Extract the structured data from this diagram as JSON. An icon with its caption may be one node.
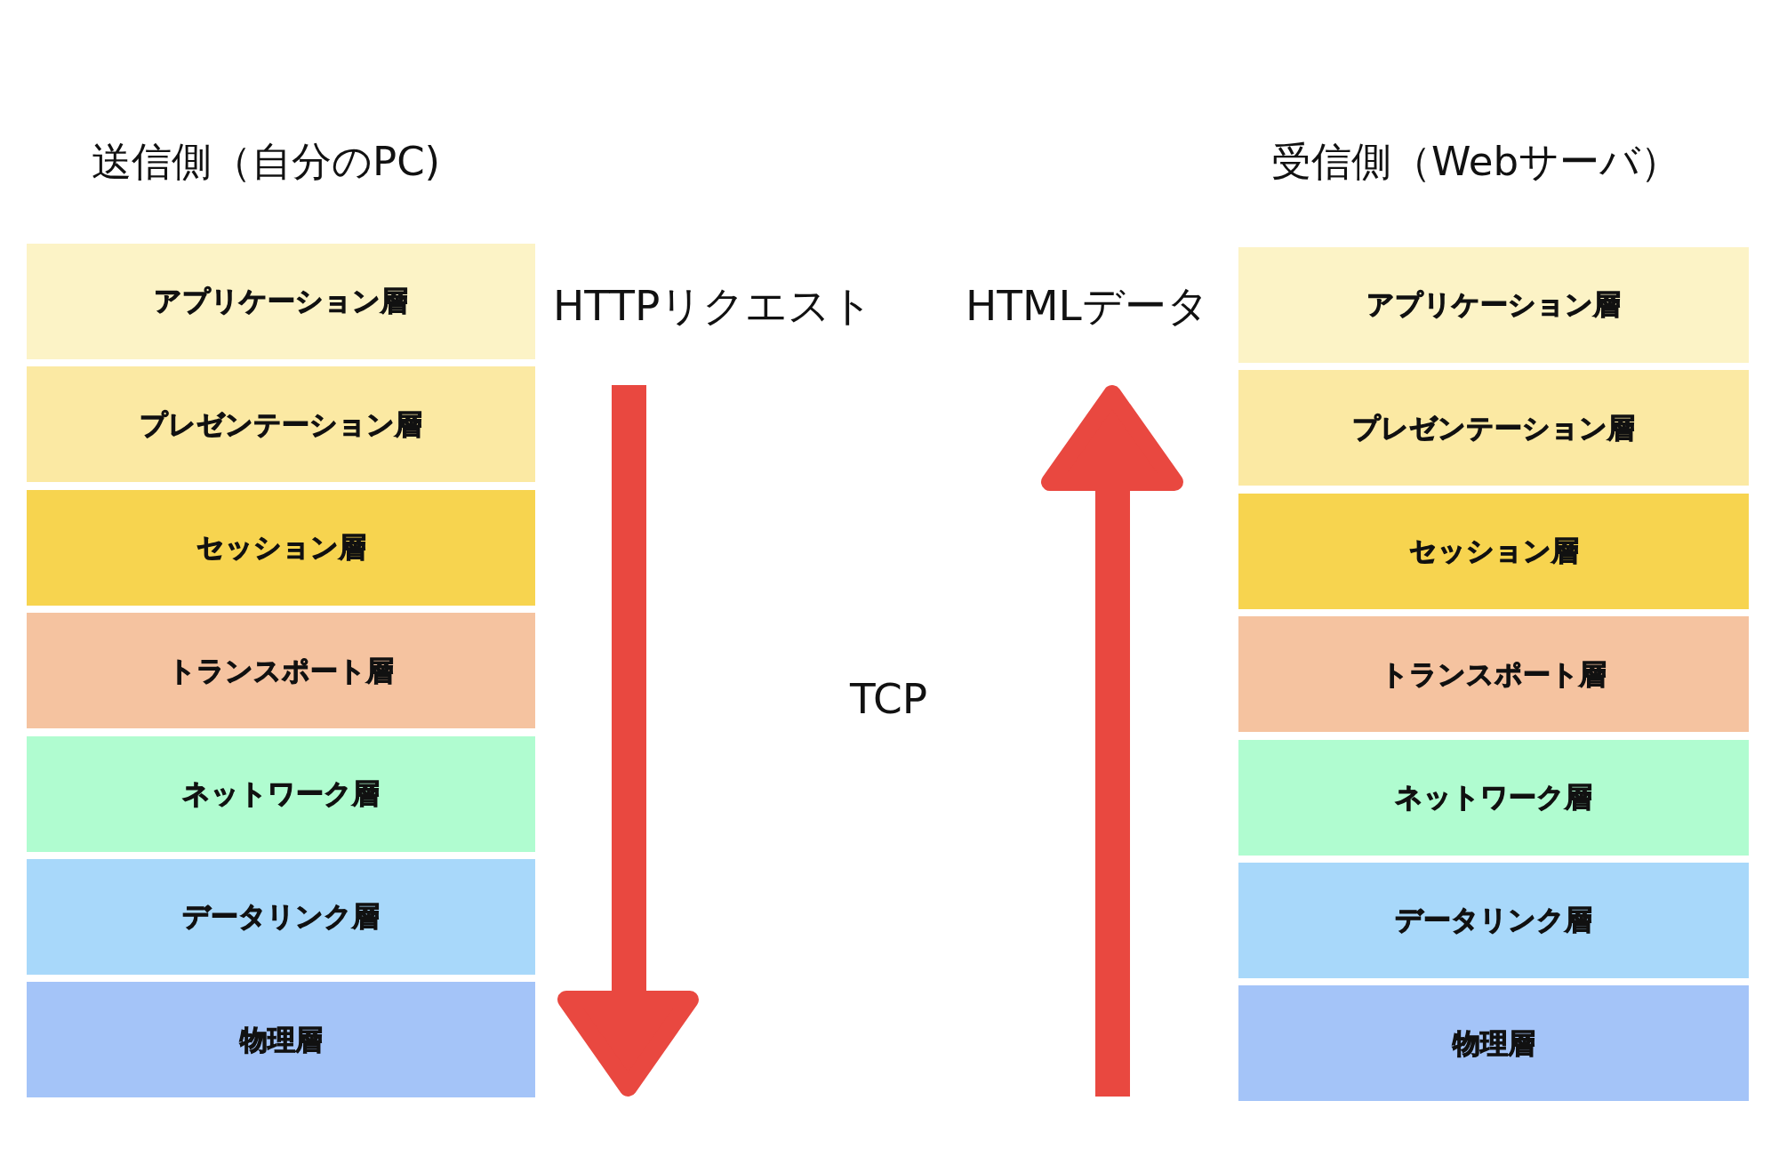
{
  "diagram": {
    "nodes": [
      {
        "text": [
          "アプリケーション層"
        ]
      },
      {
        "text": [
          "プレゼンテーション層"
        ]
      },
      {
        "text": [
          "セッション層"
        ]
      },
      {
        "text": [
          "トランスポート層"
        ]
      },
      {
        "text": [
          "ネットワーク層"
        ]
      },
      {
        "text": [
          "データリンク層"
        ]
      },
      {
        "text": [
          "物理層"
        ]
      },
      {
        "text": [
          "アプリケーション層"
        ]
      },
      {
        "text": [
          "プレゼンテーション層"
        ]
      },
      {
        "text": [
          "セッション層"
        ]
      },
      {
        "text": [
          "トランスポート層"
        ]
      },
      {
        "text": [
          "ネットワーク層"
        ]
      },
      {
        "text": [
          "データリンク層"
        ]
      },
      {
        "text": [
          "物理層"
        ]
      }
    ],
    "labels": [
      "送信側（自分のPC)",
      "受信側（Webサーバ）",
      "HTTPリクエスト",
      "HTMLデータ",
      "TCP"
    ]
  }
}
